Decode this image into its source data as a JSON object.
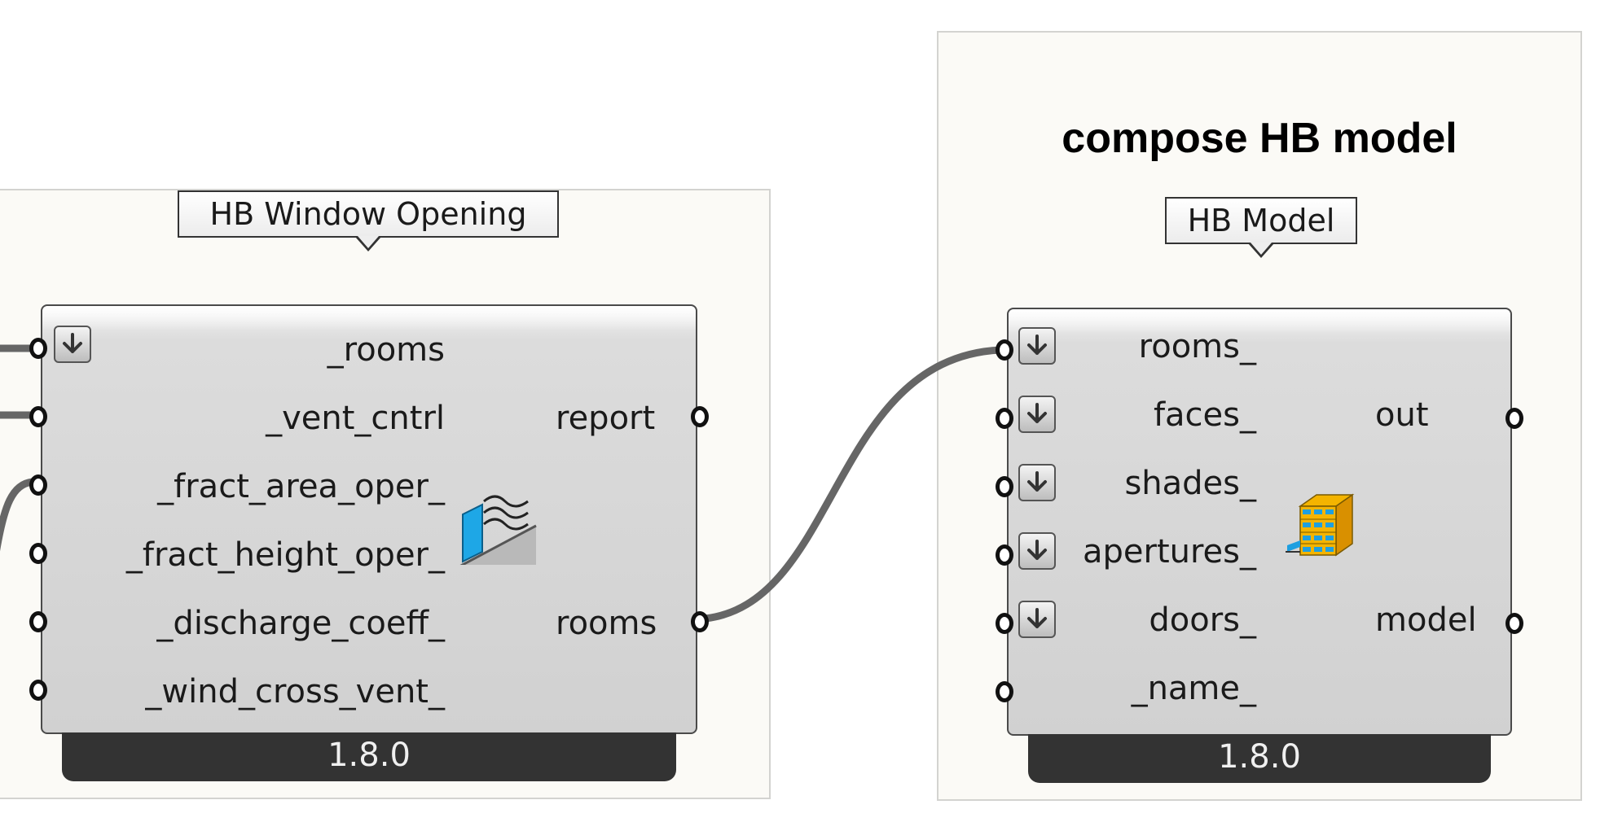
{
  "group_window": {
    "title": ""
  },
  "group_model": {
    "title": "compose HB model"
  },
  "window_opening": {
    "tooltip": "HB Window Opening",
    "icon": "window-opening-icon",
    "inputs": [
      "_rooms",
      "_vent_cntrl",
      "_fract_area_oper_",
      "_fract_height_oper_",
      "_discharge_coeff_",
      "_wind_cross_vent_"
    ],
    "outputs": [
      "report",
      "rooms"
    ],
    "version": "1.8.0"
  },
  "hb_model": {
    "tooltip": "HB Model",
    "icon": "hb-model-icon",
    "inputs": [
      "rooms_",
      "faces_",
      "shades_",
      "apertures_",
      "doors_",
      "_name_"
    ],
    "outputs": [
      "out",
      "model"
    ],
    "version": "1.8.0"
  },
  "colors": {
    "canvas": "#ffffff",
    "group_fill": "#fbfaf6",
    "component_fill": "#d4d4d4",
    "footer": "#333333",
    "wire": "#666666"
  }
}
